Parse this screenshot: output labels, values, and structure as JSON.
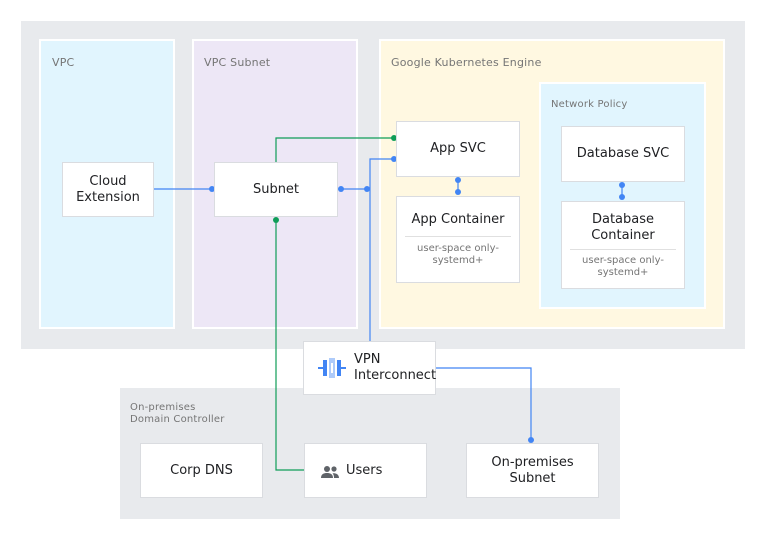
{
  "zones": {
    "vpc": "VPC",
    "vpc_subnet": "VPC Subnet",
    "gke": "Google Kubernetes Engine",
    "network_policy": "Network Policy",
    "onprem_line1": "On-premises",
    "onprem_line2": "Domain Controller"
  },
  "nodes": {
    "cloud_extension_line1": "Cloud",
    "cloud_extension_line2": "Extension",
    "subnet": "Subnet",
    "app_svc": "App SVC",
    "app_container": "App Container",
    "app_container_note_line1": "user-space only-",
    "app_container_note_line2": "systemd+",
    "database_svc": "Database SVC",
    "database_container_line1": "Database",
    "database_container_line2": "Container",
    "database_container_note_line1": "user-space only-",
    "database_container_note_line2": "systemd+",
    "vpn_line1": "VPN",
    "vpn_line2": "Interconnect",
    "corp_dns": "Corp DNS",
    "users": "Users",
    "onprem_subnet_line1": "On-premises",
    "onprem_subnet_line2": "Subnet"
  },
  "colors": {
    "cloud_bg": "#e8eaed",
    "vpc_bg": "#e1f5fe",
    "vpc_subnet_bg": "#ede7f6",
    "gke_bg": "#fff8e1",
    "network_policy_bg": "#e1f5fe",
    "link_blue": "#4285f4",
    "link_green": "#0f9d58"
  },
  "icons": {
    "vpn": "vpn-interconnect-icon",
    "users": "people-icon"
  }
}
